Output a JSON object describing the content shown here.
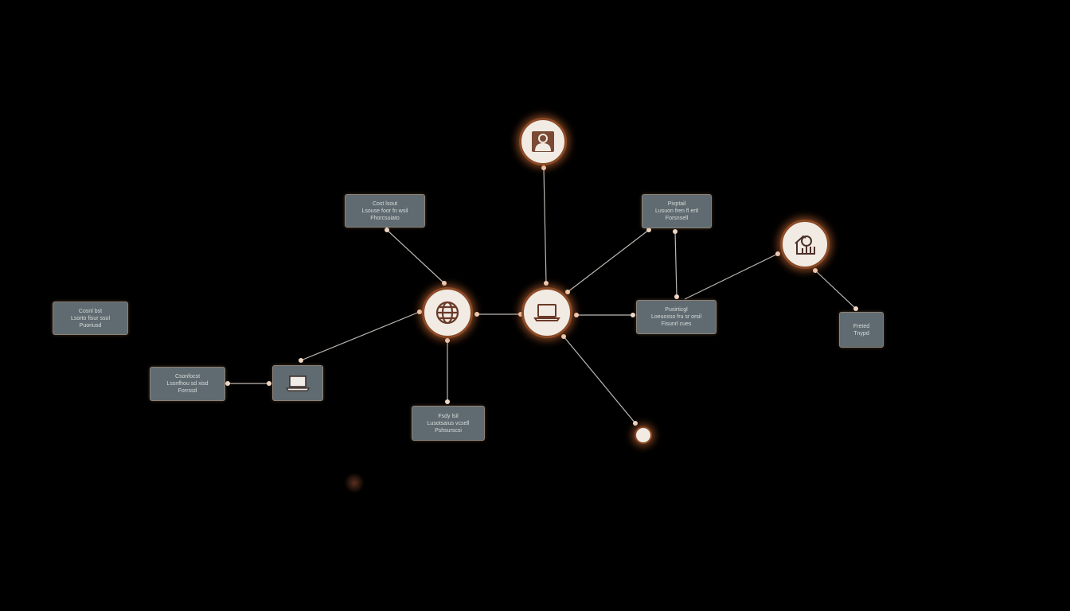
{
  "diagram": {
    "background": "#000000",
    "accent": "#8a4a26",
    "box_fill": "#5f6b70",
    "line_color": "#bdb8b2",
    "hubs": [
      {
        "id": "user",
        "icon": "user-icon"
      },
      {
        "id": "globe",
        "icon": "globe-icon"
      },
      {
        "id": "laptop-main",
        "icon": "laptop-icon"
      },
      {
        "id": "home",
        "icon": "home-icon"
      },
      {
        "id": "endpoint",
        "icon": "dot"
      }
    ],
    "boxes": {
      "top_left": {
        "lines": [
          "Cost lsout",
          "Lsouse foor fn wsil",
          "Fhorcsuiato"
        ]
      },
      "top_right": {
        "lines": [
          "Pivptail",
          "Lusuon fren fl ertl",
          "Forsnsell"
        ]
      },
      "right_mid": {
        "lines": [
          "Pusirticgl",
          "Loeuosso fru sr orsil",
          "Fisunrl cues"
        ]
      },
      "far_right": {
        "lines": [
          "Freted",
          "Tnypd"
        ]
      },
      "far_left": {
        "lines": [
          "Cosnl bst",
          "Lsorto fisur ssol",
          "Puoriusd"
        ]
      },
      "left_lower": {
        "lines": [
          "Csonfocst",
          "Lssnfhou sd xisd",
          "Forrssd"
        ]
      },
      "bottom": {
        "lines": [
          "Fsdy lsil",
          "Lusotsaius vcsell",
          "Pshsurscsi"
        ]
      },
      "laptop_box": {
        "icon": "laptop-icon"
      }
    }
  }
}
